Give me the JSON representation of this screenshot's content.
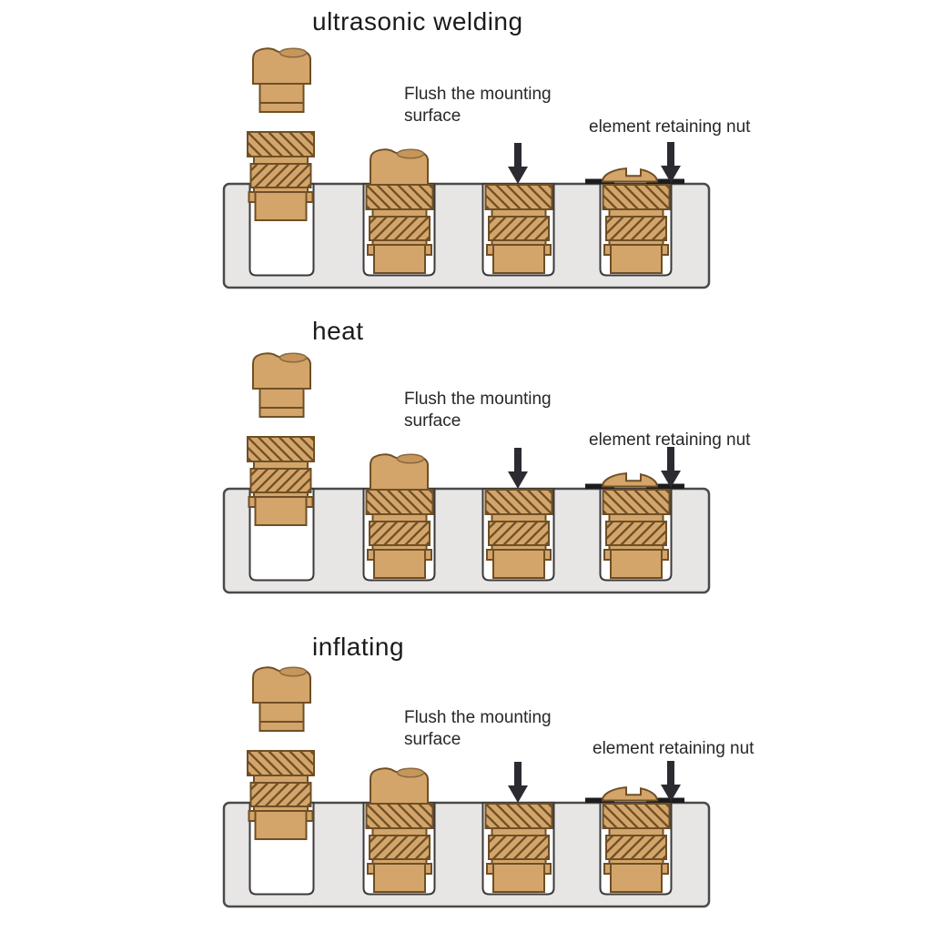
{
  "colors": {
    "brass": "#d3a56a",
    "brass_dark": "#6f4f26",
    "brass_shade": "#c6965a",
    "plate": "#e7e6e4",
    "plate_border": "#4a4a4b",
    "hole": "#ffffff",
    "ink": "#2c2b31",
    "bar": "#1c1c1f",
    "text": "#1f1f21",
    "bg": "#ffffff"
  },
  "sections": [
    {
      "title": "ultrasonic welding",
      "flush_line1": "Flush the mounting",
      "flush_line2": "surface",
      "nut_label": "element retaining nut"
    },
    {
      "title": "heat",
      "flush_line1": "Flush the mounting",
      "flush_line2": "surface",
      "nut_label": "element retaining nut"
    },
    {
      "title": "inflating",
      "flush_line1": "Flush the mounting",
      "flush_line2": "surface",
      "nut_label": "element retaining nut"
    }
  ]
}
